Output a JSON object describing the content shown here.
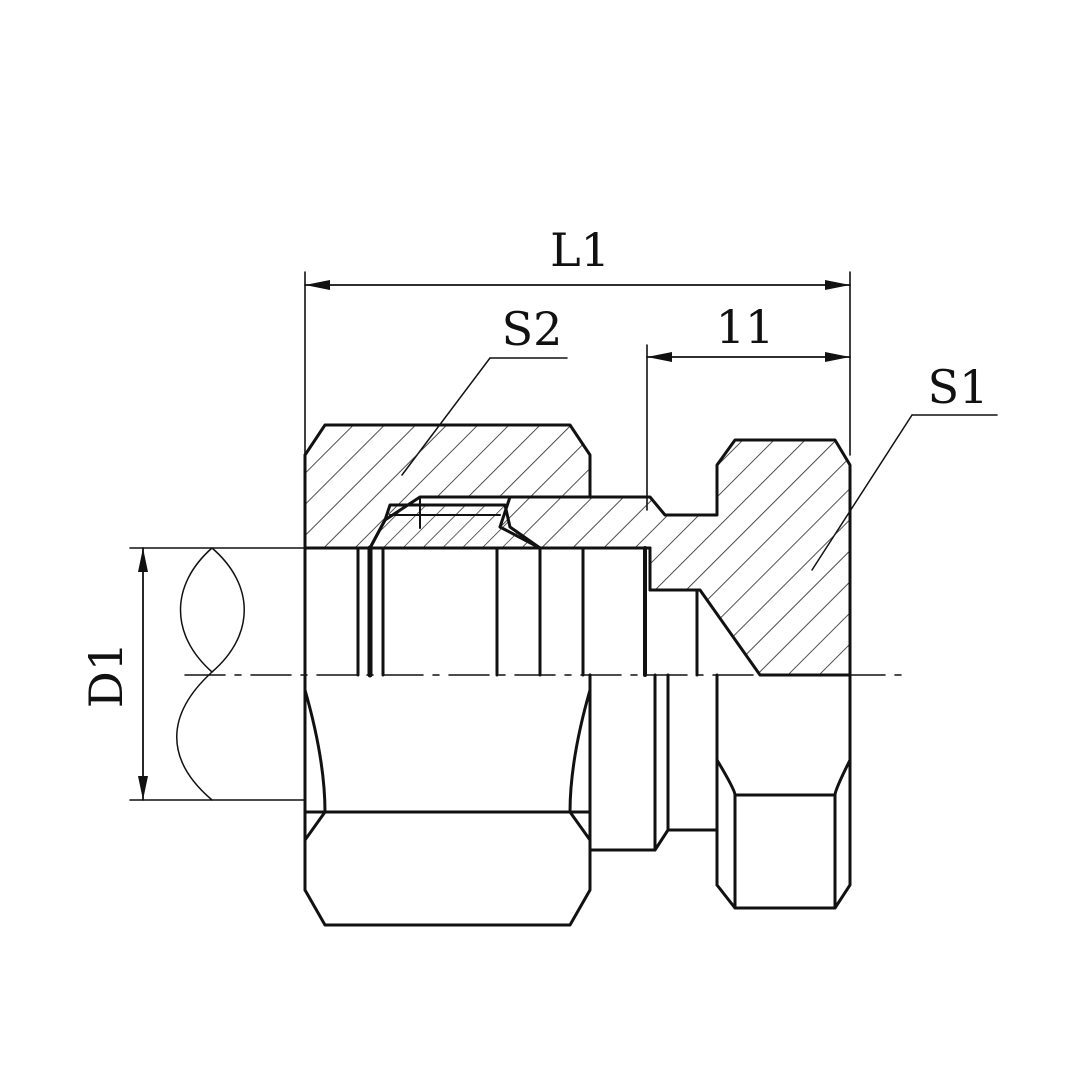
{
  "labels": {
    "l1": "L1",
    "s2": "S2",
    "l1_small": "11",
    "s1": "S1",
    "d1": "D1"
  },
  "colors": {
    "line": "#111111",
    "hatch": "#222222",
    "background": "#ffffff"
  }
}
